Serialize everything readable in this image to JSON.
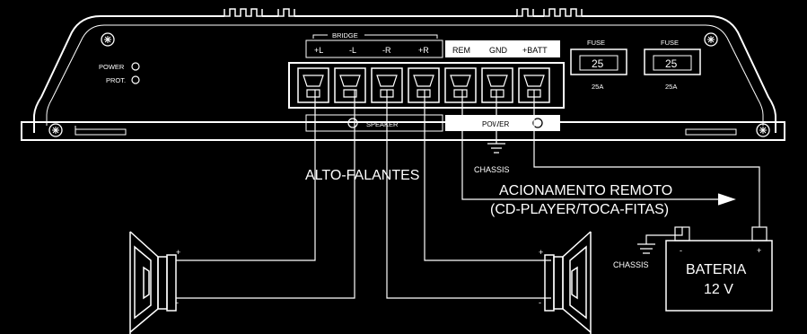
{
  "indicators": {
    "power": "POWER",
    "protect": "PROT."
  },
  "bridge": {
    "label": "BRIDGE",
    "terminals": [
      "+L",
      "-L",
      "-R",
      "+R"
    ]
  },
  "power_terminals": [
    "REM",
    "GND",
    "+BATT"
  ],
  "fuses": [
    {
      "header": "FUSE",
      "value": "25",
      "rating": "25A"
    },
    {
      "header": "FUSE",
      "value": "25",
      "rating": "25A"
    }
  ],
  "sections": {
    "speaker": "SPEAKER",
    "power": "POWER"
  },
  "labels": {
    "speakers": "ALTO-FALANTES",
    "chassis_top": "CHASSIS",
    "chassis_battery": "CHASSIS",
    "remote_line1": "ACIONAMENTO REMOTO",
    "remote_line2": "(CD-PLAYER/TOCA-FITAS)",
    "battery_line1": "BATERIA",
    "battery_line2": "12 V"
  },
  "polarity": {
    "left_plus": "+",
    "left_minus": "-",
    "right_plus": "+",
    "right_minus": "-",
    "battery_minus": "-",
    "battery_plus": "+"
  },
  "colors": {
    "background": "#000000",
    "line": "#ffffff"
  }
}
